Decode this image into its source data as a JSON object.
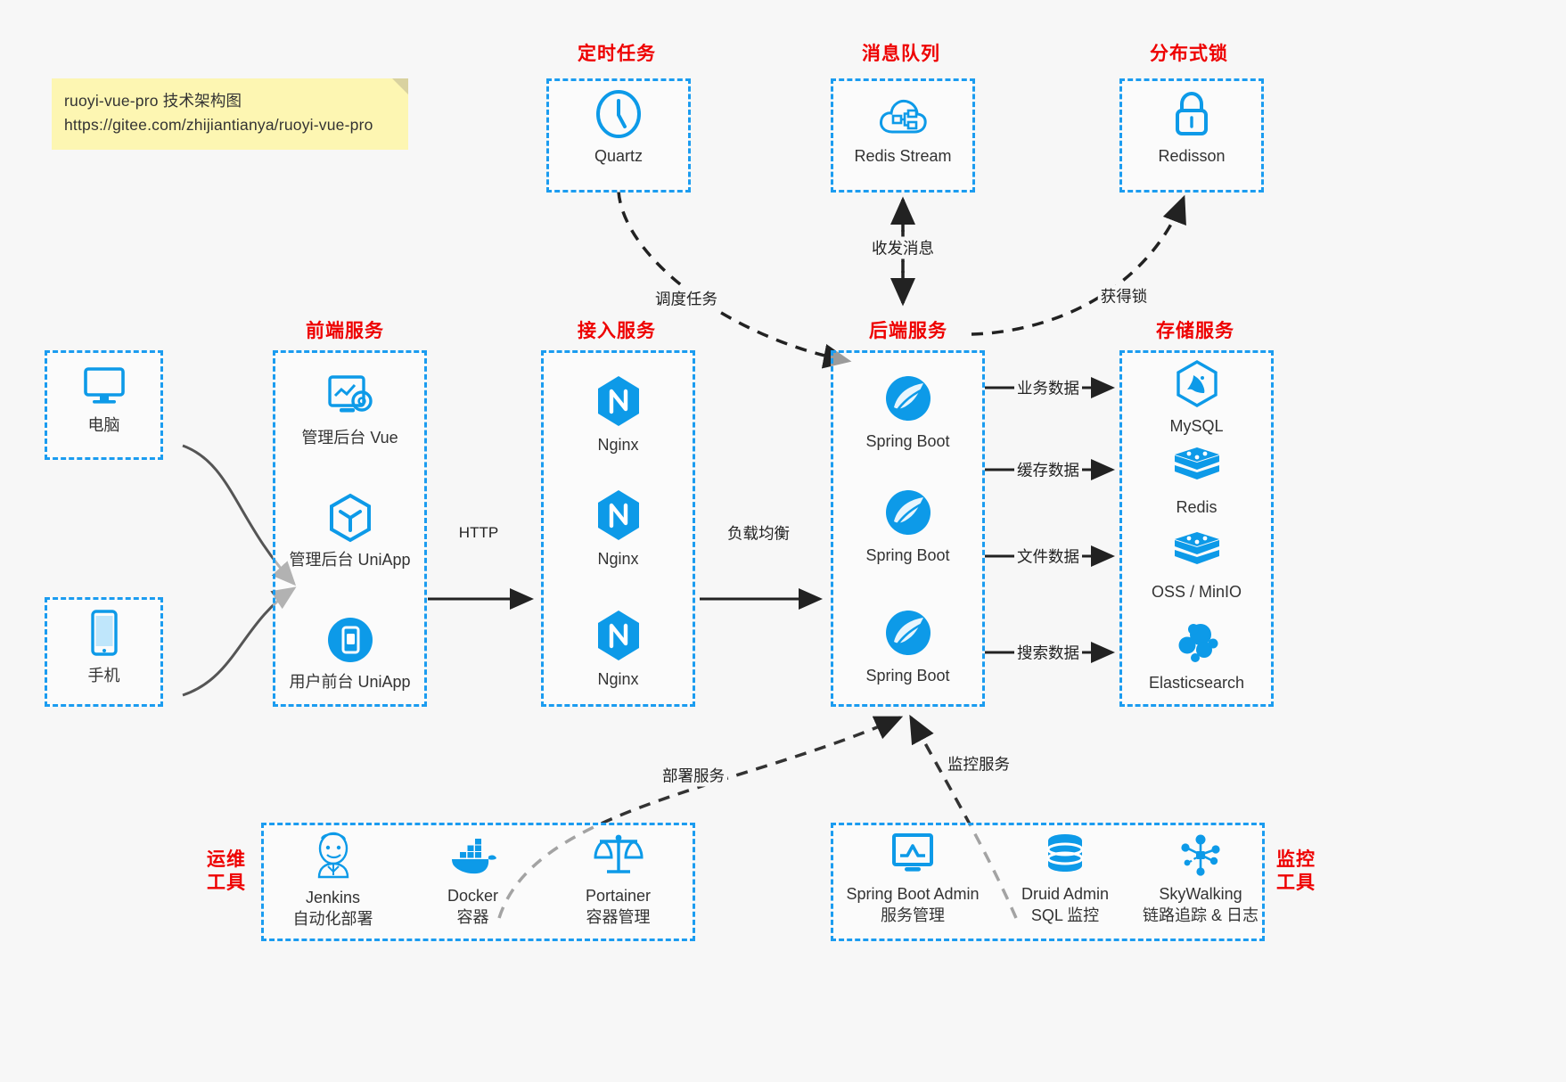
{
  "note": {
    "line1": "ruoyi-vue-pro 技术架构图",
    "line2": "https://gitee.com/zhijiantianya/ruoyi-vue-pro"
  },
  "colors": {
    "accent_blue": "#1b9cf0",
    "icon_blue": "#0d9ae8",
    "title_red": "#ee0000",
    "edge_gray": "#555555",
    "edge_dark": "#333333",
    "background": "#f7f7f7",
    "note_yellow": "#fdf6b2"
  },
  "groups": {
    "scheduler": {
      "title": "定时任务"
    },
    "mq": {
      "title": "消息队列"
    },
    "lock": {
      "title": "分布式锁"
    },
    "frontend": {
      "title": "前端服务"
    },
    "gateway": {
      "title": "接入服务"
    },
    "backend": {
      "title": "后端服务"
    },
    "storage": {
      "title": "存储服务"
    },
    "devops": {
      "title": "运维\n工具",
      "title_line1": "运维",
      "title_line2": "工具"
    },
    "monitor": {
      "title": "监控\n工具",
      "title_line1": "监控",
      "title_line2": "工具"
    }
  },
  "nodes": {
    "computer": {
      "label": "电脑",
      "icon": "desktop-icon"
    },
    "phone": {
      "label": "手机",
      "icon": "mobile-icon"
    },
    "quartz": {
      "label": "Quartz",
      "icon": "clock-icon"
    },
    "redis_stream": {
      "label": "Redis Stream",
      "icon": "cloud-queue-icon"
    },
    "redisson": {
      "label": "Redisson",
      "icon": "lock-icon"
    },
    "admin_vue": {
      "label": "管理后台 Vue",
      "icon": "dashboard-icon"
    },
    "admin_uniapp": {
      "label": "管理后台 UniApp",
      "icon": "cube-icon"
    },
    "user_uniapp": {
      "label": "用户前台 UniApp",
      "icon": "mobile-app-icon"
    },
    "nginx_1": {
      "label": "Nginx",
      "icon": "nginx-icon"
    },
    "nginx_2": {
      "label": "Nginx",
      "icon": "nginx-icon"
    },
    "nginx_3": {
      "label": "Nginx",
      "icon": "nginx-icon"
    },
    "springboot_1": {
      "label": "Spring Boot",
      "icon": "spring-icon"
    },
    "springboot_2": {
      "label": "Spring Boot",
      "icon": "spring-icon"
    },
    "springboot_3": {
      "label": "Spring Boot",
      "icon": "spring-icon"
    },
    "mysql": {
      "label": "MySQL",
      "icon": "mysql-icon"
    },
    "redis": {
      "label": "Redis",
      "icon": "redis-icon"
    },
    "oss": {
      "label": "OSS / MinIO",
      "icon": "storage-stack-icon"
    },
    "elasticsearch": {
      "label": "Elasticsearch",
      "icon": "elasticsearch-icon"
    },
    "jenkins": {
      "label": "Jenkins",
      "sublabel": "自动化部署",
      "icon": "jenkins-icon"
    },
    "docker": {
      "label": "Docker",
      "sublabel": "容器",
      "icon": "docker-icon"
    },
    "portainer": {
      "label": "Portainer",
      "sublabel": "容器管理",
      "icon": "scales-icon"
    },
    "sba": {
      "label": "Spring Boot Admin",
      "sublabel": "服务管理",
      "icon": "monitor-chart-icon"
    },
    "druid": {
      "label": "Druid Admin",
      "sublabel": "SQL 监控",
      "icon": "database-icon"
    },
    "skywalking": {
      "label": "SkyWalking",
      "sublabel": "链路追踪 & 日志",
      "icon": "network-node-icon"
    }
  },
  "edges": [
    {
      "id": "http",
      "label": "HTTP"
    },
    {
      "id": "lb",
      "label": "负载均衡"
    },
    {
      "id": "schedule",
      "label": "调度任务"
    },
    {
      "id": "mq_msg",
      "label": "收发消息"
    },
    {
      "id": "get_lock",
      "label": "获得锁"
    },
    {
      "id": "biz_data",
      "label": "业务数据"
    },
    {
      "id": "cache_data",
      "label": "缓存数据"
    },
    {
      "id": "file_data",
      "label": "文件数据"
    },
    {
      "id": "search_data",
      "label": "搜索数据"
    },
    {
      "id": "deploy",
      "label": "部署服务"
    },
    {
      "id": "monitor_svc",
      "label": "监控服务"
    }
  ]
}
